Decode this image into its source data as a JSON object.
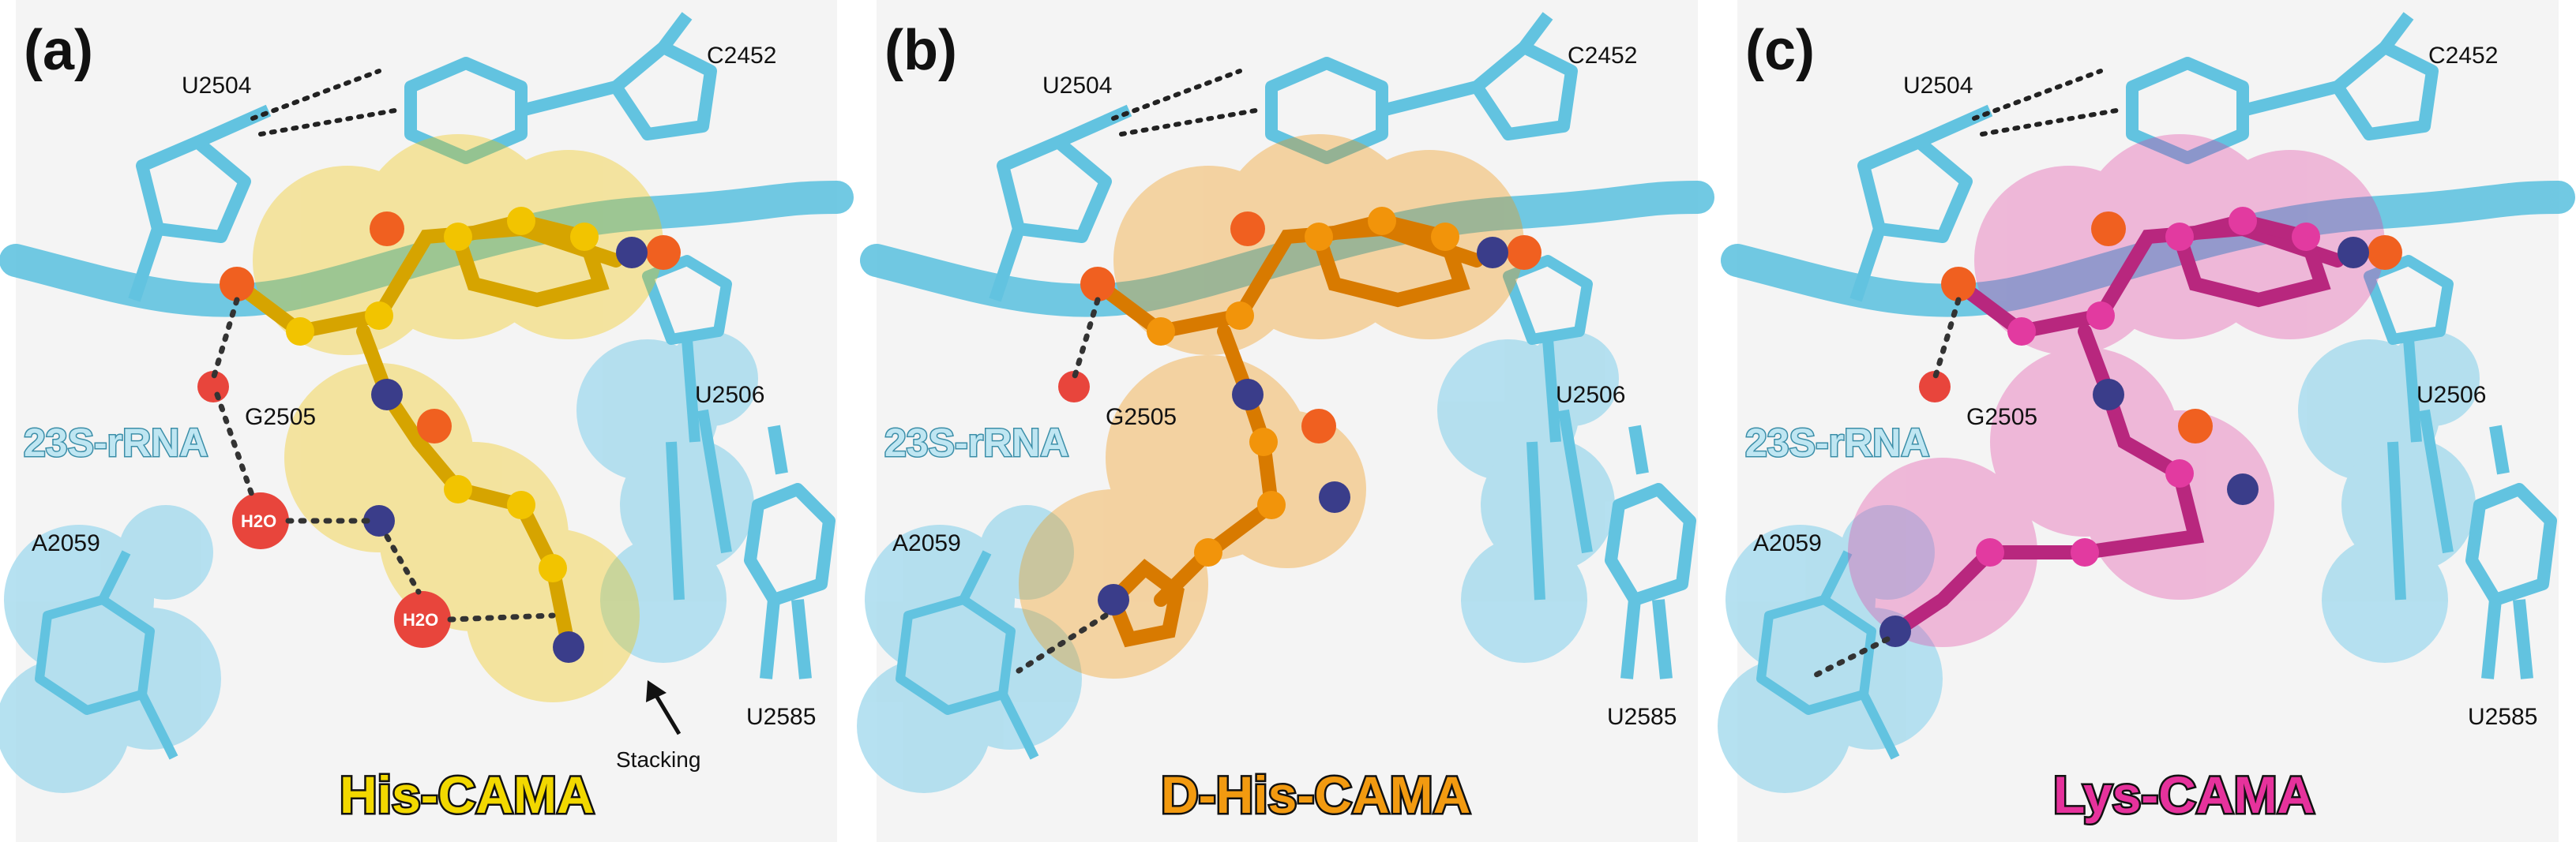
{
  "colors": {
    "rna": "#62c3e0",
    "rna_dark": "#2e8eae",
    "rna_surface": "#a9dcee",
    "his": "#f2c400",
    "dhis": "#f2940a",
    "lys": "#e23aa0",
    "oxygen": "#f06020",
    "nitrogen": "#3a3d8a",
    "water": "#e8453c"
  },
  "panels": [
    {
      "letter": "(a)",
      "residues": {
        "u2504": "U2504",
        "c2452": "C2452",
        "g2505": "G2505",
        "u2506": "U2506",
        "a2059": "A2059",
        "u2585": "U2585"
      },
      "rrna_label": "23S-rRNA",
      "ligand_label": "His-CAMA",
      "waters": [
        "H2O",
        "H2O"
      ],
      "annotation": "Stacking"
    },
    {
      "letter": "(b)",
      "residues": {
        "u2504": "U2504",
        "c2452": "C2452",
        "g2505": "G2505",
        "u2506": "U2506",
        "a2059": "A2059",
        "u2585": "U2585"
      },
      "rrna_label": "23S-rRNA",
      "ligand_label": "D-His-CAMA"
    },
    {
      "letter": "(c)",
      "residues": {
        "u2504": "U2504",
        "c2452": "C2452",
        "g2505": "G2505",
        "u2506": "U2506",
        "a2059": "A2059",
        "u2585": "U2585"
      },
      "rrna_label": "23S-rRNA",
      "ligand_label": "Lys-CAMA"
    }
  ]
}
